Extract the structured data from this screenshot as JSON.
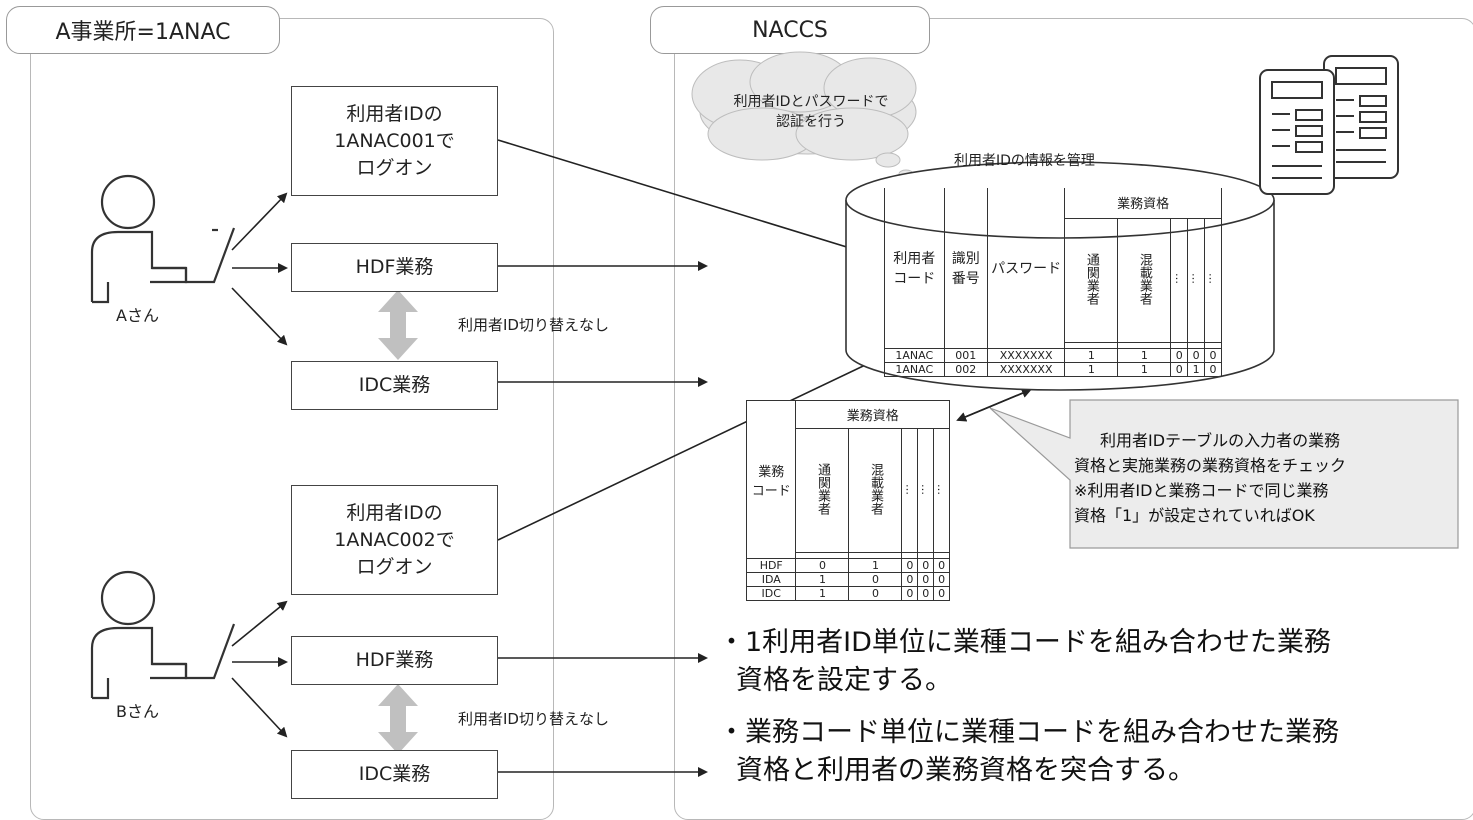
{
  "office_panel": {
    "title": "A事業所=1ANAC"
  },
  "naccs_panel": {
    "title": "NACCS"
  },
  "users": [
    {
      "name": "Aさん",
      "logon_box": [
        "利用者IDの",
        "1ANAC001で",
        "ログオン"
      ],
      "task1": "HDF業務",
      "task2": "IDC業務",
      "switch_note": "利用者ID切り替えなし"
    },
    {
      "name": "Bさん",
      "logon_box": [
        "利用者IDの",
        "1ANAC002で",
        "ログオン"
      ],
      "task1": "HDF業務",
      "task2": "IDC業務",
      "switch_note": "利用者ID切り替えなし"
    }
  ],
  "cloud": {
    "line1": "利用者IDとパスワードで",
    "line2": "認証を行う"
  },
  "db": {
    "caption": "利用者IDの情報を管理",
    "headers": {
      "user_code": [
        "利用者",
        "コード"
      ],
      "id_no": [
        "識別",
        "番号"
      ],
      "password": "パスワード",
      "qual": "業務資格",
      "q1": "通関業者",
      "q2": "混載業者",
      "dots": "…"
    },
    "rows": [
      [
        "1ANAC",
        "001",
        "XXXXXXX",
        "1",
        "1",
        "0",
        "0",
        "0"
      ],
      [
        "1ANAC",
        "002",
        "XXXXXXX",
        "1",
        "1",
        "0",
        "1",
        "0"
      ]
    ]
  },
  "biz_table": {
    "headers": {
      "code": [
        "業務",
        "コード"
      ],
      "qual": "業務資格",
      "q1": "通関業者",
      "q2": "混載業者",
      "dots": "…"
    },
    "rows": [
      [
        "HDF",
        "0",
        "1",
        "0",
        "0",
        "0"
      ],
      [
        "IDA",
        "1",
        "0",
        "0",
        "0",
        "0"
      ],
      [
        "IDC",
        "1",
        "0",
        "0",
        "0",
        "0"
      ]
    ]
  },
  "callout": {
    "lines": [
      "利用者IDテーブルの入力者の業務",
      "資格と実施業務の業務資格をチェック",
      "※利用者IDと業務コードで同じ業務",
      "資格「1」が設定されていればOK"
    ]
  },
  "bullets": [
    {
      "line1": "・1利用者ID単位に業種コードを組み合わせた業務",
      "line2": "資格を設定する。"
    },
    {
      "line1": "・業務コード単位に業種コードを組み合わせた業務",
      "line2": "資格と利用者の業務資格を突合する。"
    }
  ],
  "colors": {
    "arrow": "#222222",
    "double_arrow": "#c0c0c0",
    "callout_bg": "#ececec",
    "cloud_bg": "#e8e8e8"
  }
}
